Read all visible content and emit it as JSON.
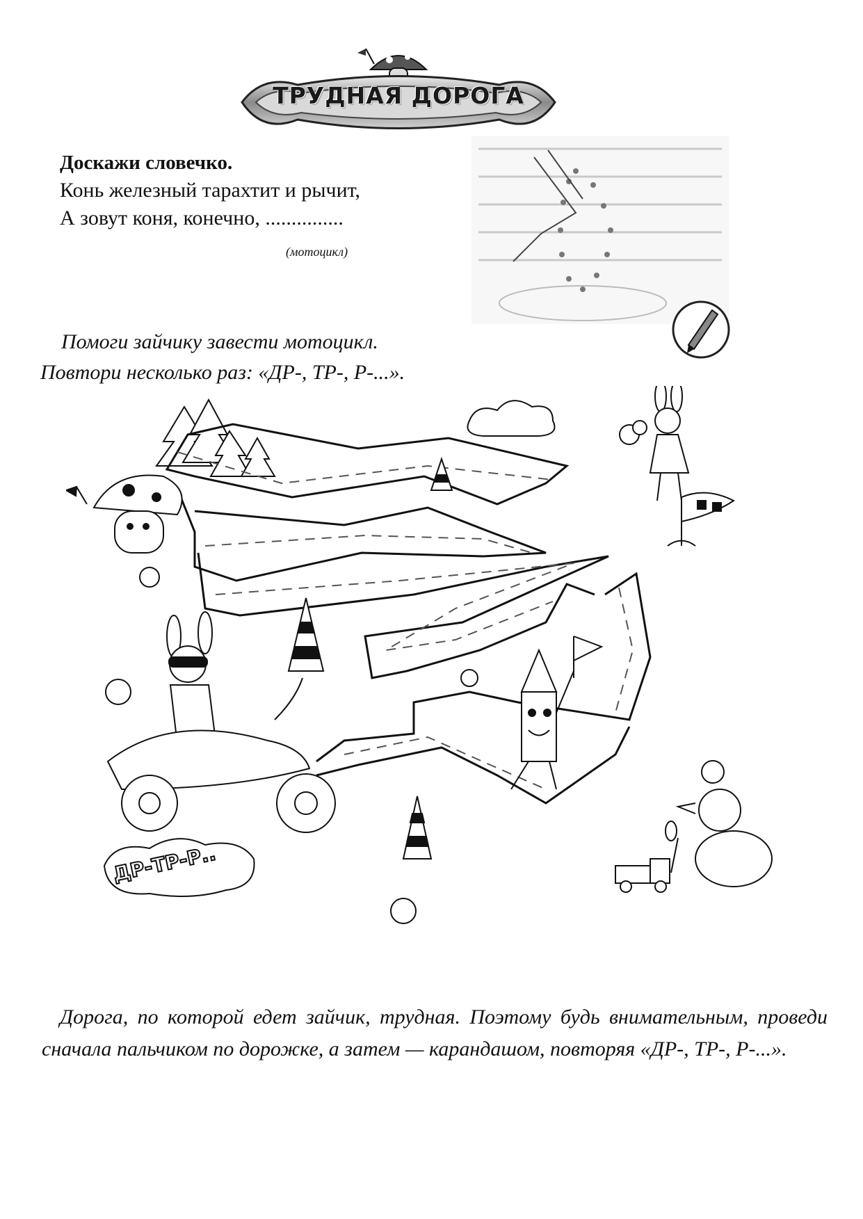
{
  "banner": {
    "title": "ТРУДНАЯ ДОРОГА"
  },
  "riddle": {
    "heading": "Доскажи словечко.",
    "line1": "Конь железный тарахтит и рычит,",
    "line2": "А зовут коня, конечно, ...............",
    "answer": "(мотоцикл)"
  },
  "instruction": {
    "line1": "Помоги зайчику завести мотоцикл.",
    "line2": "Повтори несколько раз: «ДР-, ТР-, Р-...»."
  },
  "illustration": {
    "cloud_text": "ДР-ТР-Р..",
    "icons": [
      "mushroom-character",
      "bunny-with-flowers",
      "finish-flag",
      "traffic-cone",
      "bunny-on-motorcycle",
      "pencil-character",
      "duckling",
      "toy-truck",
      "tree",
      "pencil-icon"
    ]
  },
  "bottom": {
    "text": "Дорога, по которой едет зайчик, трудная. Поэтому будь внимательным, проведи сначала пальчиком по дорожке, а затем — карандашом, повторяя «ДР-, ТР-, Р-...»."
  }
}
